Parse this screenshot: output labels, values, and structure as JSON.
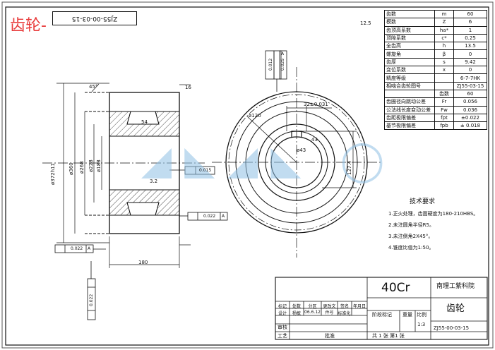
{
  "header": {
    "title": "齿轮-",
    "stamp": "ZJ55-00-03-15"
  },
  "params": [
    {
      "name": "齿数",
      "symbol": "m",
      "value": "60"
    },
    {
      "name": "模数",
      "symbol": "Z",
      "value": "6"
    },
    {
      "name": "齿顶高系数",
      "symbol": "ha*",
      "value": "1"
    },
    {
      "name": "顶隙系数",
      "symbol": "c*",
      "value": "0.25"
    },
    {
      "name": "全齿高",
      "symbol": "h",
      "value": "13.5"
    },
    {
      "name": "螺旋角",
      "symbol": "β",
      "value": "0"
    },
    {
      "name": "齿厚",
      "symbol": "s",
      "value": "9.42"
    },
    {
      "name": "变位系数",
      "symbol": "x",
      "value": "0"
    },
    {
      "name": "精度等级",
      "symbol": "",
      "value": "6-7-7HK"
    },
    {
      "name": "相啮合齿轮图号",
      "symbol": "",
      "value": "ZJ55-03-15"
    },
    {
      "name": "",
      "symbol": "齿数",
      "value": "60"
    },
    {
      "name": "齿圈径向跳动公差",
      "symbol": "Fr",
      "value": "0.056"
    },
    {
      "name": "公法线长度变动公差",
      "symbol": "Fw",
      "value": "0.036"
    },
    {
      "name": "齿距极限偏差",
      "symbol": "fpt",
      "value": "±0.022"
    },
    {
      "name": "基节极限偏差",
      "symbol": "fpb",
      "value": "± 0.018"
    }
  ],
  "tech": {
    "heading": "技术要求",
    "items": [
      "1.正火处理，齿面硬度为180-210HBS。",
      "2.未注圆角半径R5。",
      "3.未注倒角2X45°。",
      "4.锥度比值为1:50。"
    ]
  },
  "dims": {
    "d1": "ø372h11",
    "d2": "ø360",
    "d3": "ø268",
    "d4": "ø228",
    "d5": "ø188",
    "width": "180",
    "angle": "45°",
    "ra16": "16",
    "ra3": "3.2",
    "ra12": "12.5",
    "c54": "54",
    "hub_d": "ø120",
    "key_w": "32±0.031",
    "key_h": "127.4",
    "key_ang": "43",
    "key_r": "ø43",
    "tol_a": "0.012",
    "tol_b": "0.025",
    "tol_c": "0.015",
    "tol_d": "0.022",
    "tol_e": "0.022",
    "tol_f": "0.022",
    "datum": "A",
    "ra_main": "12.5"
  },
  "title_block": {
    "material": "40Cr",
    "company": "南理工紫科院",
    "part": "齿轮",
    "drawing_no": "ZJ55-00-03-15",
    "scale": "1:3",
    "sheets": "共 1 张 第1 张",
    "row1": [
      "标记",
      "处数",
      "分区",
      "更改文件号",
      "签名",
      "年月日"
    ],
    "row2": [
      "设计",
      "杨敏",
      "06.6.12",
      "标准化"
    ],
    "stage": "阶段标记",
    "weight": "重量",
    "ratio": "比例",
    "check": "审核",
    "process": "工艺",
    "approve": "批准"
  }
}
